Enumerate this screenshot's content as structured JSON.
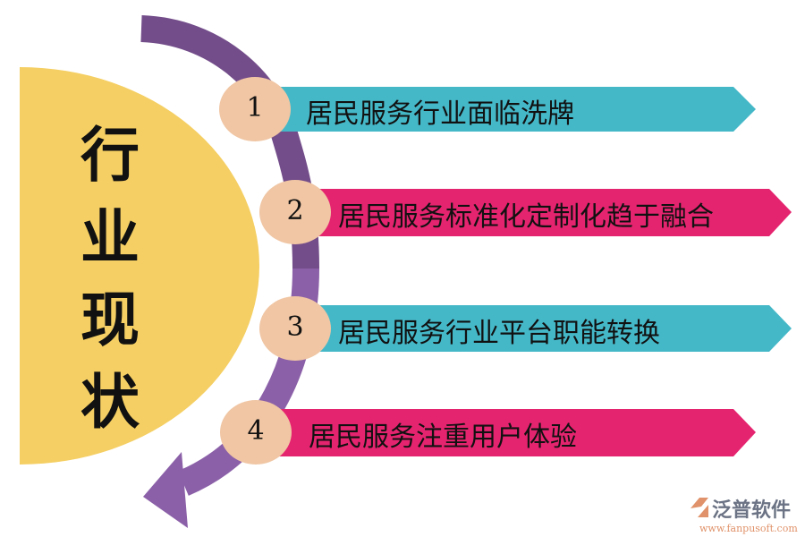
{
  "title": "行业现状",
  "items": [
    {
      "number": "1",
      "label": "居民服务行业面临洗牌",
      "color": "#45b8c8"
    },
    {
      "number": "2",
      "label": "居民服务标准化定制化趋于融合",
      "color": "#e5246f"
    },
    {
      "number": "3",
      "label": "居民服务行业平台职能转换",
      "color": "#45b8c8"
    },
    {
      "number": "4",
      "label": "居民服务注重用户体验",
      "color": "#e5246f"
    }
  ],
  "colors": {
    "semicircle": "#f5cf63",
    "arc": "#7c4f91",
    "circle": "#f0c6a4"
  },
  "logo": {
    "name": "泛普软件",
    "url": "www.fanpusoft.com"
  }
}
